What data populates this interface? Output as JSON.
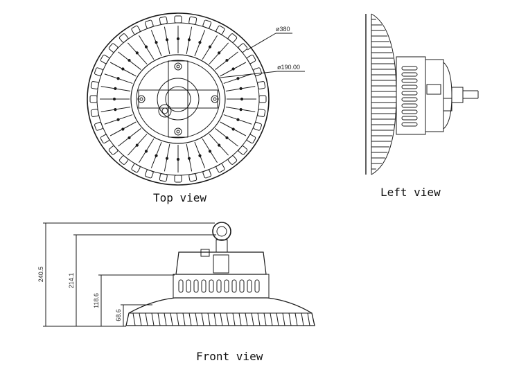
{
  "views": {
    "top": {
      "caption": "Top view",
      "outer_diameter": "ø380",
      "inner_diameter": "ø190.00"
    },
    "left": {
      "caption": "Left view"
    },
    "front": {
      "caption": "Front view",
      "dimensions": [
        "240.5",
        "214.1",
        "118.6",
        "68.6"
      ]
    }
  },
  "colors": {
    "line": "#1a1a1a",
    "background": "#ffffff"
  },
  "icons": [
    "heatsink-fin",
    "mounting-screw",
    "hanging-ring",
    "cable-gland"
  ]
}
